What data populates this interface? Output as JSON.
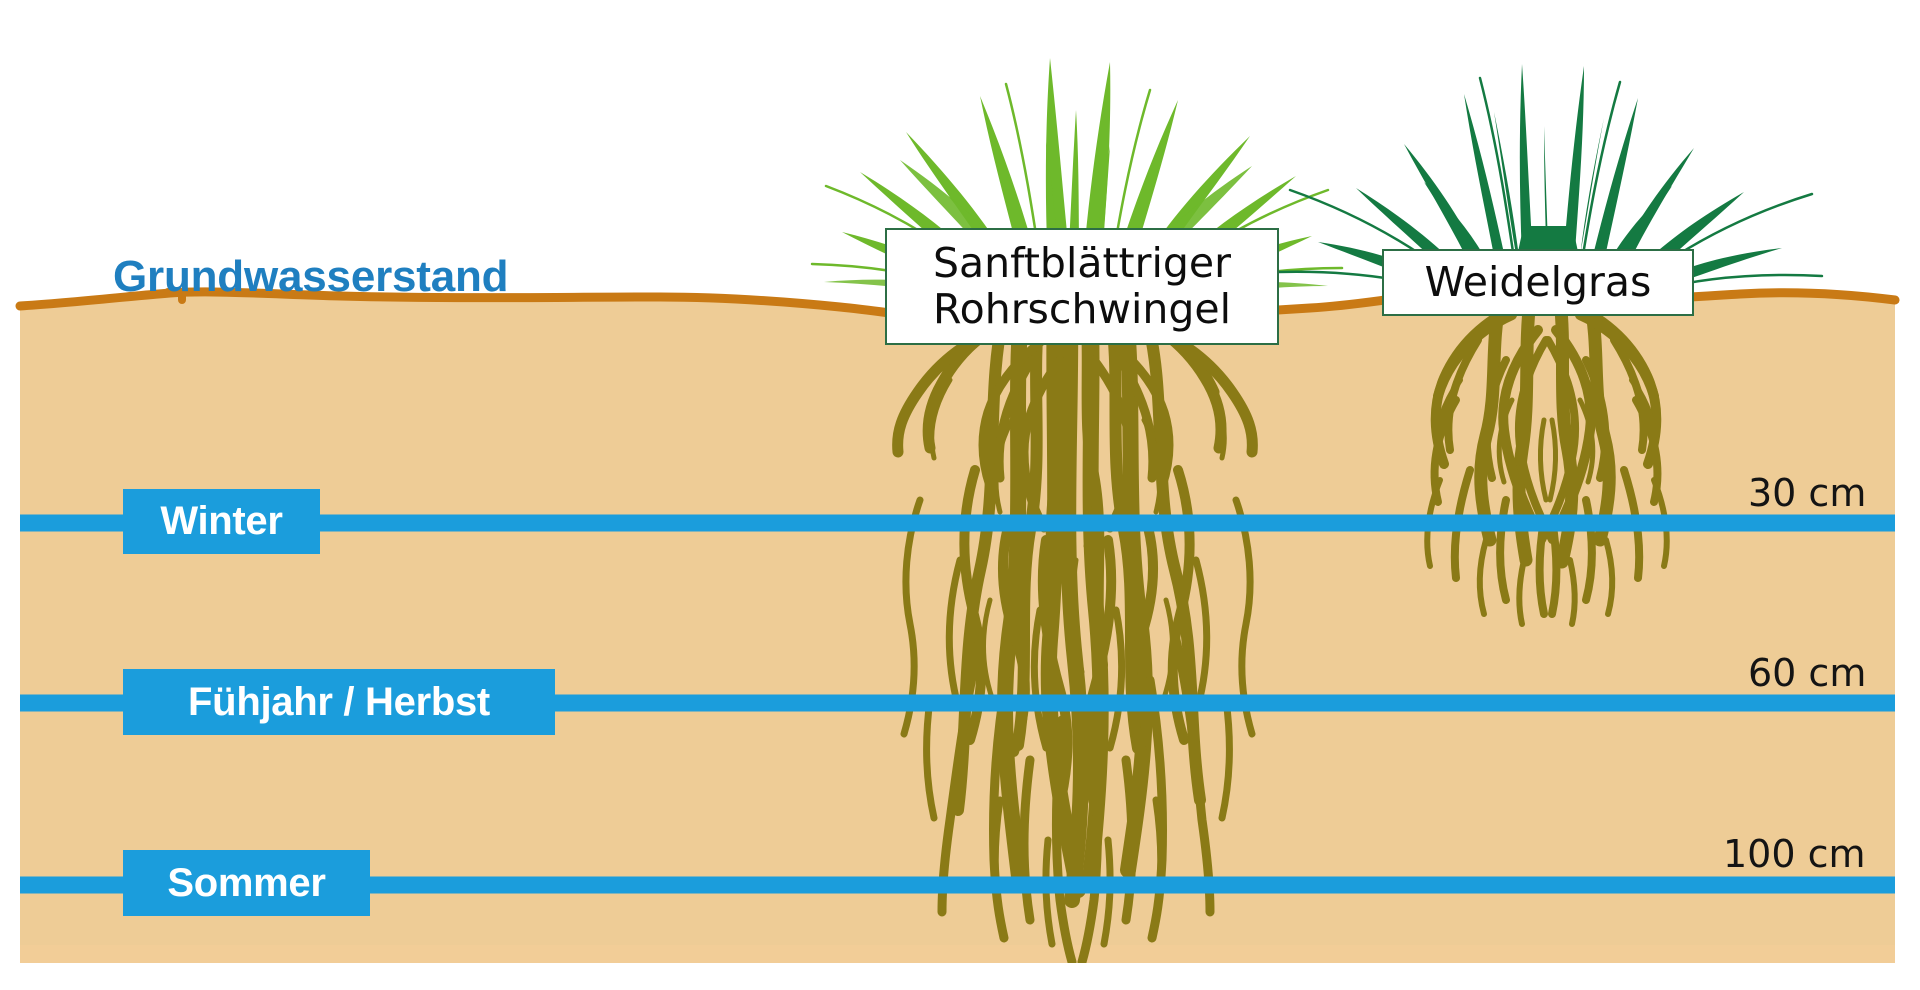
{
  "diagram": {
    "title": "Grundwasserstand",
    "title_color": "#1f7fc0",
    "soil_color": "#eecc96",
    "soil_surface_color": "#c97a15",
    "root_color": "#8a7a16",
    "waterline_color": "#1b9ddc",
    "chip_text_color": "#ffffff"
  },
  "groundwater_levels": [
    {
      "season": "Winter",
      "depth_label": "30 cm",
      "depth_cm": 30
    },
    {
      "season": "Fühjahr / Herbst",
      "depth_label": "60 cm",
      "depth_cm": 60
    },
    {
      "season": "Sommer",
      "depth_label": "100 cm",
      "depth_cm": 100
    }
  ],
  "plants": [
    {
      "name_line1": "Sanftblättriger",
      "name_line2": "Rohrschwingel",
      "foliage_color": "#6eb92b",
      "root_depth_cm": 110
    },
    {
      "name_line1": "Weidelgras",
      "name_line2": "",
      "foliage_color": "#147a42",
      "root_depth_cm": 40
    }
  ],
  "icons": {
    "grass_tuft": "grass-tuft-icon",
    "root_system": "root-system-icon",
    "soil_surface": "soil-surface-icon",
    "water_table_line": "water-table-line-icon"
  }
}
